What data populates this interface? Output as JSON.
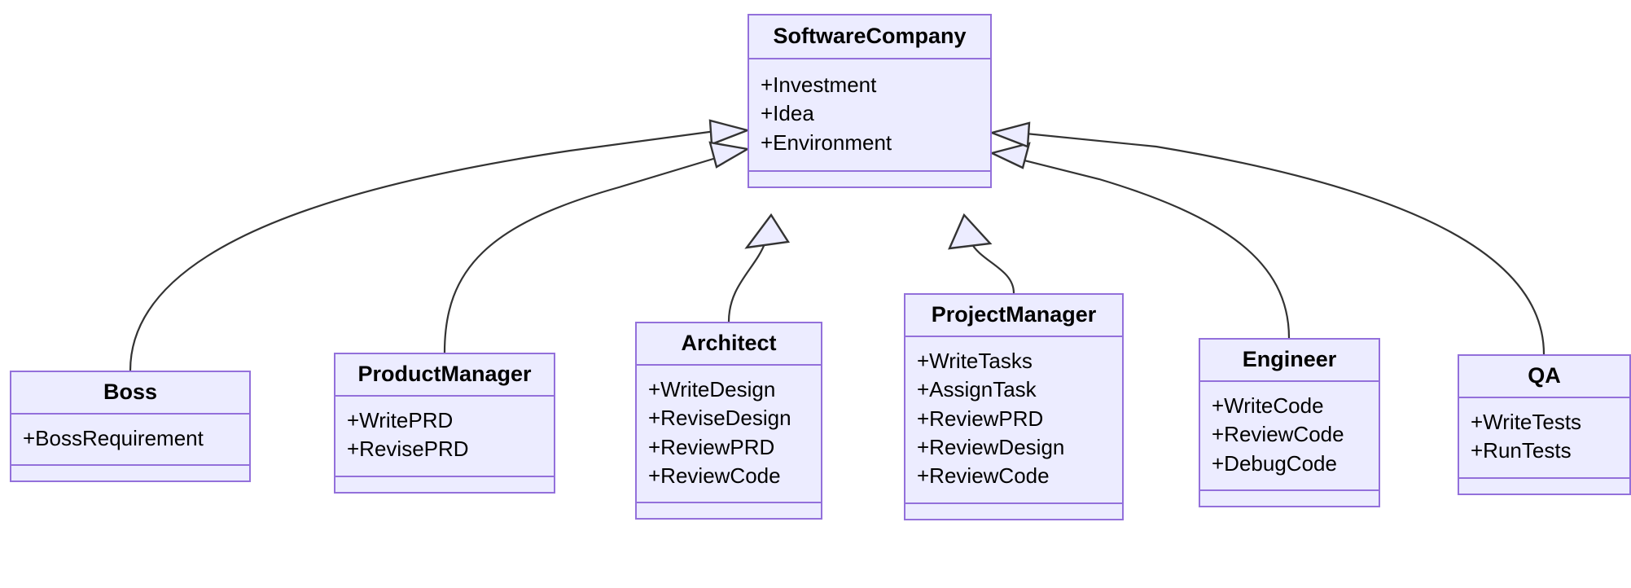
{
  "diagram": {
    "type": "uml-class-diagram",
    "relationship": "generalization",
    "colors": {
      "class_fill": "#ECECFF",
      "class_border": "#9370DB",
      "text": "#000000",
      "edge_line": "#333333",
      "arrowhead_fill": "#ECECFF",
      "background": "#FFFFFF"
    },
    "classes": [
      {
        "name": "SoftwareCompany",
        "attributes": [
          "+Investment",
          "+Idea",
          "+Environment"
        ],
        "methods": []
      },
      {
        "name": "Boss",
        "attributes": [
          "+BossRequirement"
        ],
        "methods": []
      },
      {
        "name": "ProductManager",
        "attributes": [
          "+WritePRD",
          "+RevisePRD"
        ],
        "methods": []
      },
      {
        "name": "Architect",
        "attributes": [
          "+WriteDesign",
          "+ReviseDesign",
          "+ReviewPRD",
          "+ReviewCode"
        ],
        "methods": []
      },
      {
        "name": "ProjectManager",
        "attributes": [
          "+WriteTasks",
          "+AssignTask",
          "+ReviewPRD",
          "+ReviewDesign",
          "+ReviewCode"
        ],
        "methods": []
      },
      {
        "name": "Engineer",
        "attributes": [
          "+WriteCode",
          "+ReviewCode",
          "+DebugCode"
        ],
        "methods": []
      },
      {
        "name": "QA",
        "attributes": [
          "+WriteTests",
          "+RunTests"
        ],
        "methods": []
      }
    ],
    "edges": [
      {
        "from": "Boss",
        "to": "SoftwareCompany",
        "kind": "inheritance"
      },
      {
        "from": "ProductManager",
        "to": "SoftwareCompany",
        "kind": "inheritance"
      },
      {
        "from": "Architect",
        "to": "SoftwareCompany",
        "kind": "inheritance"
      },
      {
        "from": "ProjectManager",
        "to": "SoftwareCompany",
        "kind": "inheritance"
      },
      {
        "from": "Engineer",
        "to": "SoftwareCompany",
        "kind": "inheritance"
      },
      {
        "from": "QA",
        "to": "SoftwareCompany",
        "kind": "inheritance"
      }
    ]
  }
}
